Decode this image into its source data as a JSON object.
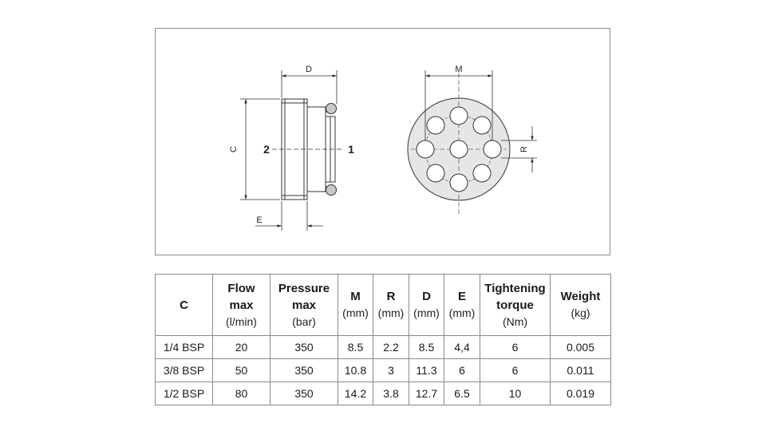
{
  "drawing": {
    "dim_D": "D",
    "dim_C": "C",
    "dim_E": "E",
    "dim_M": "M",
    "dim_R": "R",
    "port_inlet": "2",
    "port_outlet": "1"
  },
  "table": {
    "headers": [
      {
        "main": [
          "C"
        ],
        "unit": ""
      },
      {
        "main": [
          "Flow",
          "max"
        ],
        "unit": "(l/min)"
      },
      {
        "main": [
          "Pressure",
          "max"
        ],
        "unit": "(bar)"
      },
      {
        "main": [
          "M"
        ],
        "unit": "(mm)"
      },
      {
        "main": [
          "R"
        ],
        "unit": "(mm)"
      },
      {
        "main": [
          "D"
        ],
        "unit": "(mm)"
      },
      {
        "main": [
          "E"
        ],
        "unit": "(mm)"
      },
      {
        "main": [
          "Tightening",
          "torque"
        ],
        "unit": "(Nm)"
      },
      {
        "main": [
          "Weight"
        ],
        "unit": "(kg)"
      }
    ],
    "rows": [
      [
        "1/4 BSP",
        "20",
        "350",
        "8.5",
        "2.2",
        "8.5",
        "4,4",
        "6",
        "0.005"
      ],
      [
        "3/8 BSP",
        "50",
        "350",
        "10.8",
        "3",
        "11.3",
        "6",
        "6",
        "0.011"
      ],
      [
        "1/2 BSP",
        "80",
        "350",
        "14.2",
        "3.8",
        "12.7",
        "6.5",
        "10",
        "0.019"
      ]
    ]
  }
}
